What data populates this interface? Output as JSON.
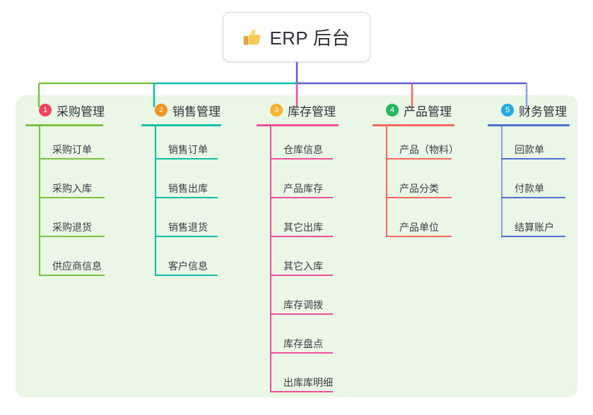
{
  "root": {
    "icon": "thumbs-up-icon",
    "title": "ERP 后台"
  },
  "theme": {
    "page_background": "#ffffff",
    "panel_background": "#eaf6e6",
    "text_color": "#2f3338",
    "leaf_text_color": "#3b3f44"
  },
  "connector": {
    "stem_color": "#5b5bd6",
    "segments": [
      {
        "name": "segment-purchase",
        "color": "#7cc243"
      },
      {
        "name": "segment-sales",
        "color": "#0fc0a8"
      },
      {
        "name": "segment-inventory",
        "color": "#5b5bd6"
      },
      {
        "name": "segment-product",
        "color": "#5b5bd6"
      },
      {
        "name": "segment-finance",
        "color": "#5b5bd6"
      }
    ]
  },
  "columns": [
    {
      "number": "1",
      "title": "采购管理",
      "badge_color": "#f0455f",
      "line_color": "#7cc243",
      "drop_color": "#7cc243",
      "items": [
        {
          "label": "采购订单"
        },
        {
          "label": "采购入库"
        },
        {
          "label": "采购退货"
        },
        {
          "label": "供应商信息"
        }
      ]
    },
    {
      "number": "2",
      "title": "销售管理",
      "badge_color": "#f5921e",
      "line_color": "#0fc0a8",
      "drop_color": "#0fc0a8",
      "items": [
        {
          "label": "销售订单"
        },
        {
          "label": "销售出库"
        },
        {
          "label": "销售退货"
        },
        {
          "label": "客户信息"
        }
      ]
    },
    {
      "number": "3",
      "title": "库存管理",
      "badge_color": "#f8b32b",
      "line_color": "#ee4d9b",
      "drop_color": "#ee4d9b",
      "items": [
        {
          "label": "仓库信息"
        },
        {
          "label": "产品库存"
        },
        {
          "label": "其它出库"
        },
        {
          "label": "其它入库"
        },
        {
          "label": "库存调拨"
        },
        {
          "label": "库存盘点"
        },
        {
          "label": "出库库明细"
        }
      ]
    },
    {
      "number": "4",
      "title": "产品管理",
      "badge_color": "#23b862",
      "line_color": "#f4685f",
      "drop_color": "#f4685f",
      "items": [
        {
          "label": "产品（物料）"
        },
        {
          "label": "产品分类"
        },
        {
          "label": "产品单位"
        }
      ]
    },
    {
      "number": "5",
      "title": "财务管理",
      "badge_color": "#26a8e0",
      "line_color": "#4f6fd4",
      "drop_color": "#8aa0dd",
      "items": [
        {
          "label": "回款单"
        },
        {
          "label": "付款单"
        },
        {
          "label": "结算账户"
        }
      ]
    }
  ]
}
